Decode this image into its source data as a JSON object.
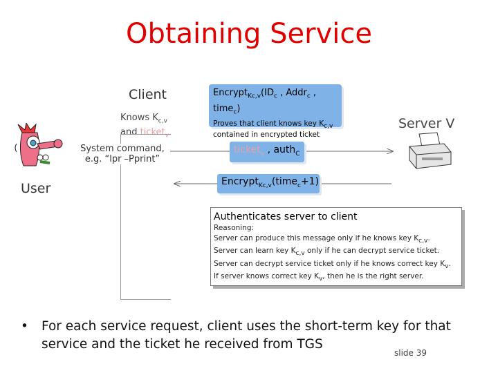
{
  "title": "Obtaining Service",
  "client": {
    "label": "Client",
    "knows_prefix": "Knows K",
    "knows_sub": "c,v",
    "knows_line2_prefix": "and ",
    "knows_ticket": "ticket",
    "knows_ticket_sub": "v",
    "command_line1": "System command,",
    "command_line2": "e.g. “lpr –Pprint”"
  },
  "user_label": "User",
  "server_label": "Server V",
  "msg1": {
    "text_a": "Encrypt",
    "sub_key": "Kc,v",
    "text_b": "(ID",
    "sub_c1": "c",
    "text_c": " , Addr",
    "sub_c2": "c",
    "text_d": " , time",
    "sub_c3": "c",
    "text_e": ")",
    "proves_a": "Proves that client knows key K",
    "proves_sub": "c,v",
    "proves_b": "contained in encrypted ticket"
  },
  "msg2": {
    "ticket": "ticket",
    "ticket_sub": "v",
    "auth_text": " , auth",
    "auth_sub": "C"
  },
  "msg3": {
    "text_a": "Encrypt",
    "sub_key": "Kc,v",
    "text_b": "(time",
    "sub_c": "c",
    "text_c": "+1)"
  },
  "auth_box": {
    "title": "Authenticates server to client",
    "reasoning": "Reasoning:",
    "line1_a": "Server can produce this message only if he knows key K",
    "line1_sub": "c,v",
    "line1_b": ".",
    "line2_a": "Server can learn key K",
    "line2_sub": "c,v",
    "line2_b": " only if he can decrypt service ticket.",
    "line3_a": "Server can decrypt service ticket only if he knows correct key K",
    "line3_sub": "v",
    "line3_b": ".",
    "line4_a": "If server knows correct key K",
    "line4_sub": "v",
    "line4_b": ", then he is the right server."
  },
  "bullet": {
    "symbol": "•",
    "text": "For each service request, client uses the short-term key for that service and the ticket he received from TGS"
  },
  "slide_number": "slide 39",
  "colors": {
    "title": "#e00000",
    "box": "#7fb3e8",
    "ticket_text": "#e8a0a0"
  }
}
